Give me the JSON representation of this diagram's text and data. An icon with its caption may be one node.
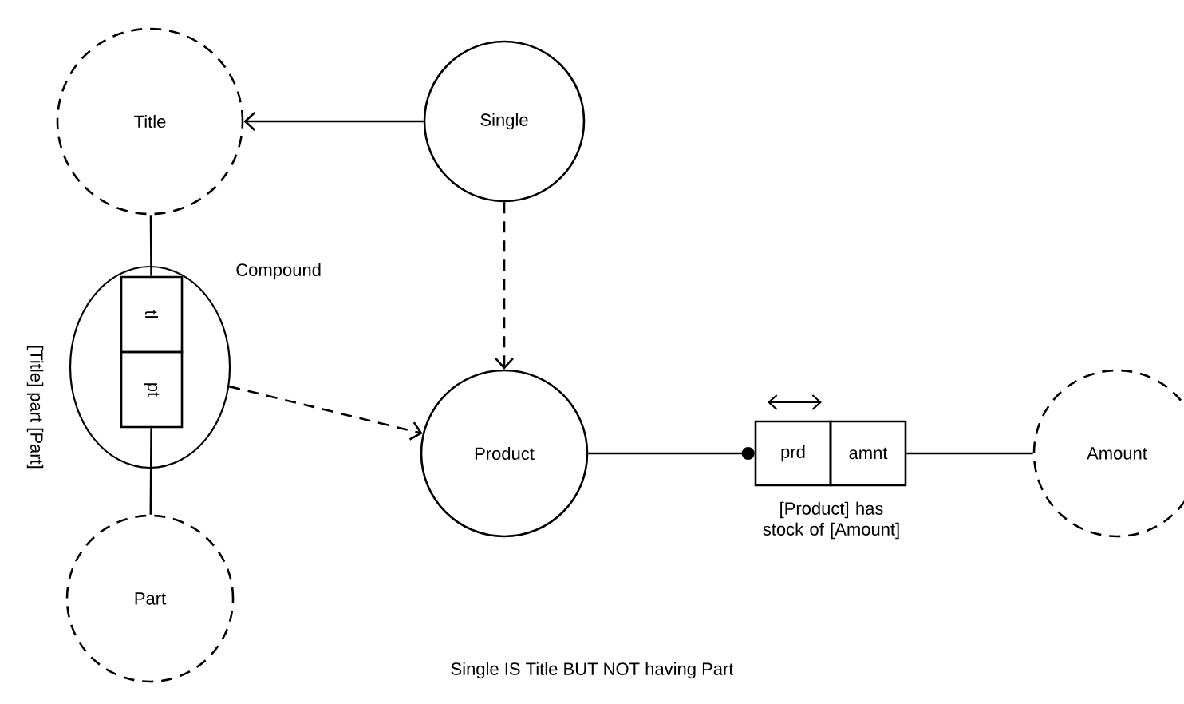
{
  "diagram": {
    "caption": "Single IS Title BUT NOT having Part",
    "nodes": [
      {
        "text": [
          "Title"
        ]
      },
      {
        "text": [
          "Single"
        ]
      },
      {
        "text": [],
        "shape": "ellipse",
        "beside": [
          "Compound",
          "[Title] part [Part]"
        ]
      },
      {
        "text": [
          "tl"
        ],
        "in": 2
      },
      {
        "text": [
          "pt"
        ],
        "in": 2
      },
      {
        "text": [
          "Product"
        ]
      },
      {
        "text": [
          "prd"
        ],
        "beside": [
          "[Product] has stock of [Amount]"
        ]
      },
      {
        "text": [
          "amnt"
        ]
      },
      {
        "text": [
          "Amount"
        ]
      },
      {
        "text": [
          "Part"
        ]
      }
    ],
    "edges": [
      {
        "from": 1,
        "to": 0,
        "arrow": "to"
      },
      {
        "from": 1,
        "to": 5,
        "arrow": "to",
        "style": "dashed"
      },
      {
        "from": 0,
        "to": 3,
        "arrow": "none"
      },
      {
        "from": 4,
        "to": 9,
        "arrow": "none"
      },
      {
        "from": 2,
        "to": 5,
        "arrow": "to",
        "style": "dashed"
      },
      {
        "from": 5,
        "to": 6,
        "arrow": "other"
      },
      {
        "from": 7,
        "to": 8,
        "arrow": "none"
      }
    ]
  }
}
